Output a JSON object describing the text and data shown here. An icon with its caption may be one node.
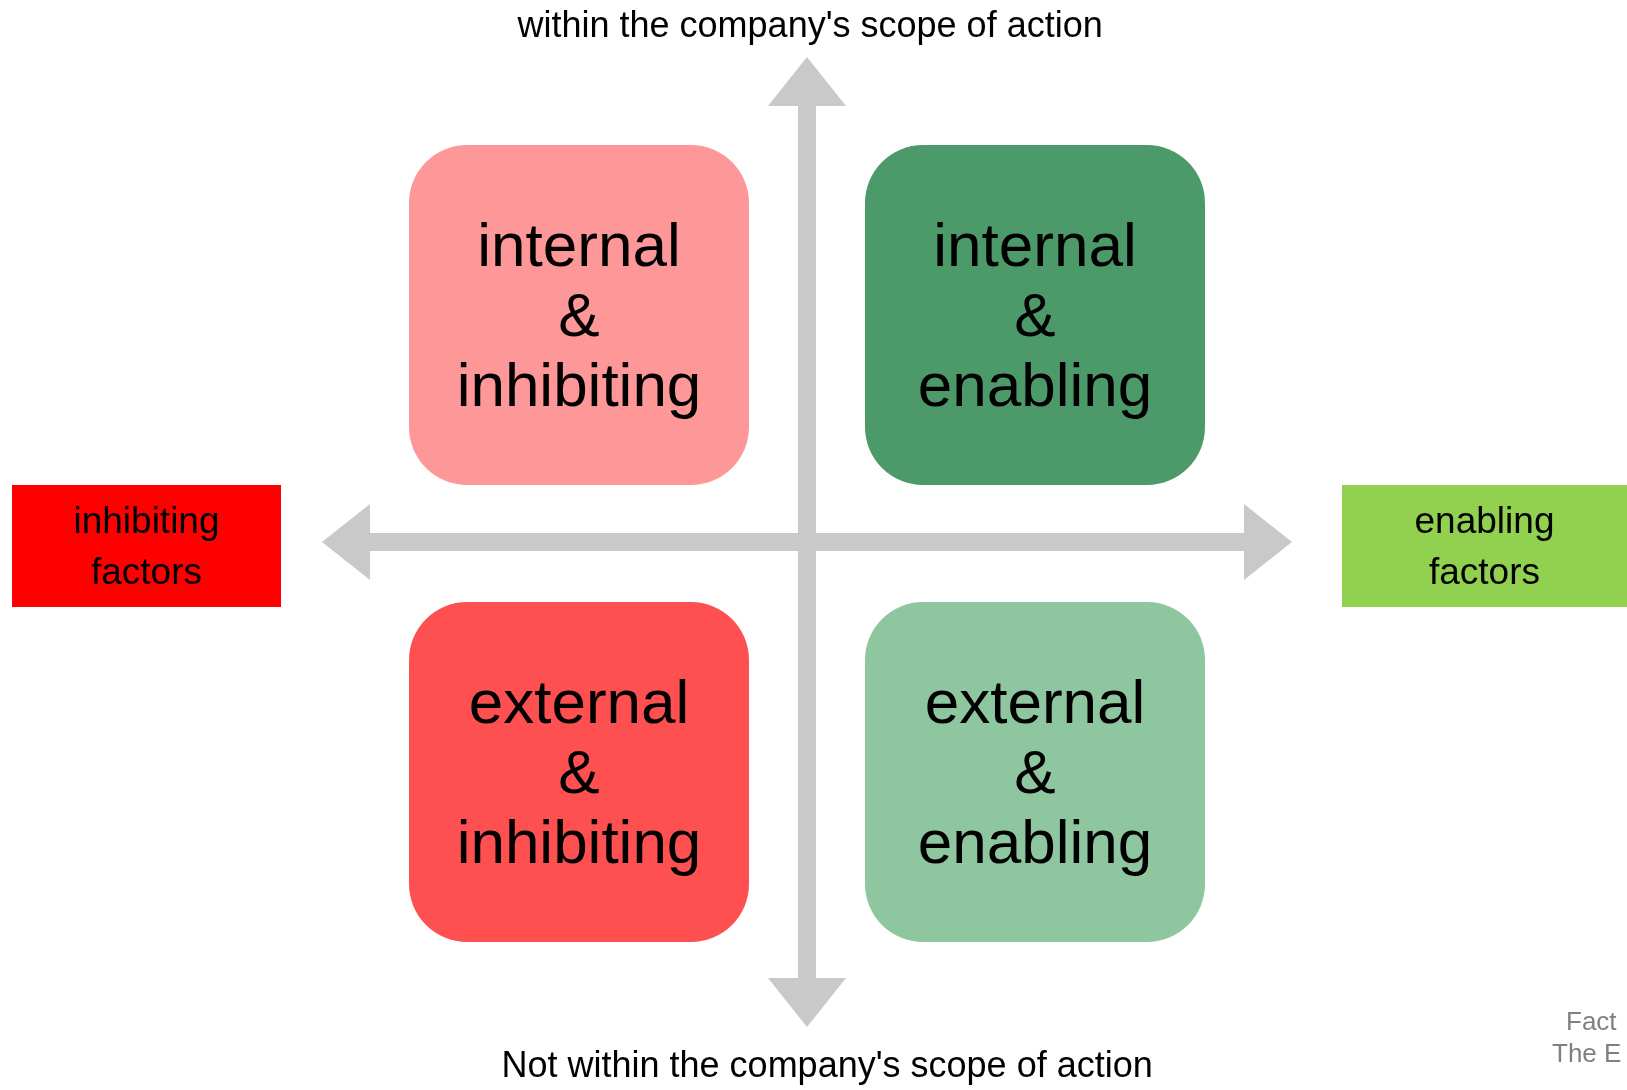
{
  "diagram": {
    "nodes": [
      {
        "text": [
          "internal & inhibiting"
        ]
      },
      {
        "text": [
          "internal & enabling"
        ]
      },
      {
        "text": [
          "external & inhibiting"
        ]
      },
      {
        "text": [
          "external & enabling"
        ]
      },
      {
        "text": [
          "inhibiting factors"
        ]
      },
      {
        "text": [
          "enabling factors"
        ]
      }
    ],
    "labels": [
      "within the company's scope of action",
      "Not within the company's scope of action",
      "Fact",
      "The E"
    ]
  }
}
